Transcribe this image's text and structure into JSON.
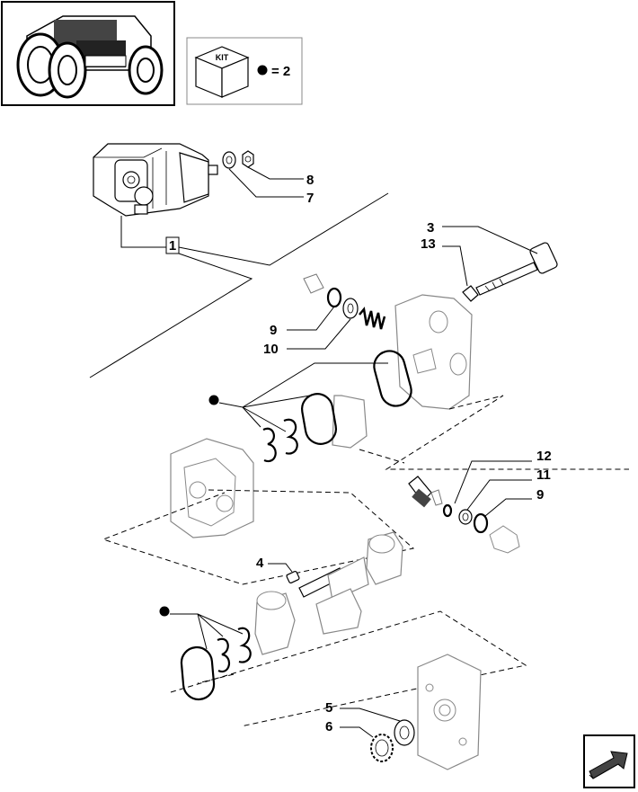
{
  "kit_legend": {
    "kit_label": "KIT",
    "bullet_equals": "= 2"
  },
  "callouts": [
    {
      "id": "c1",
      "label": "1"
    },
    {
      "id": "c3",
      "label": "3"
    },
    {
      "id": "c13",
      "label": "13"
    },
    {
      "id": "c8",
      "label": "8"
    },
    {
      "id": "c7",
      "label": "7"
    },
    {
      "id": "c9a",
      "label": "9"
    },
    {
      "id": "c10",
      "label": "10"
    },
    {
      "id": "c12",
      "label": "12"
    },
    {
      "id": "c11",
      "label": "11"
    },
    {
      "id": "c9b",
      "label": "9"
    },
    {
      "id": "c4",
      "label": "4"
    },
    {
      "id": "c5",
      "label": "5"
    },
    {
      "id": "c6",
      "label": "6"
    }
  ]
}
